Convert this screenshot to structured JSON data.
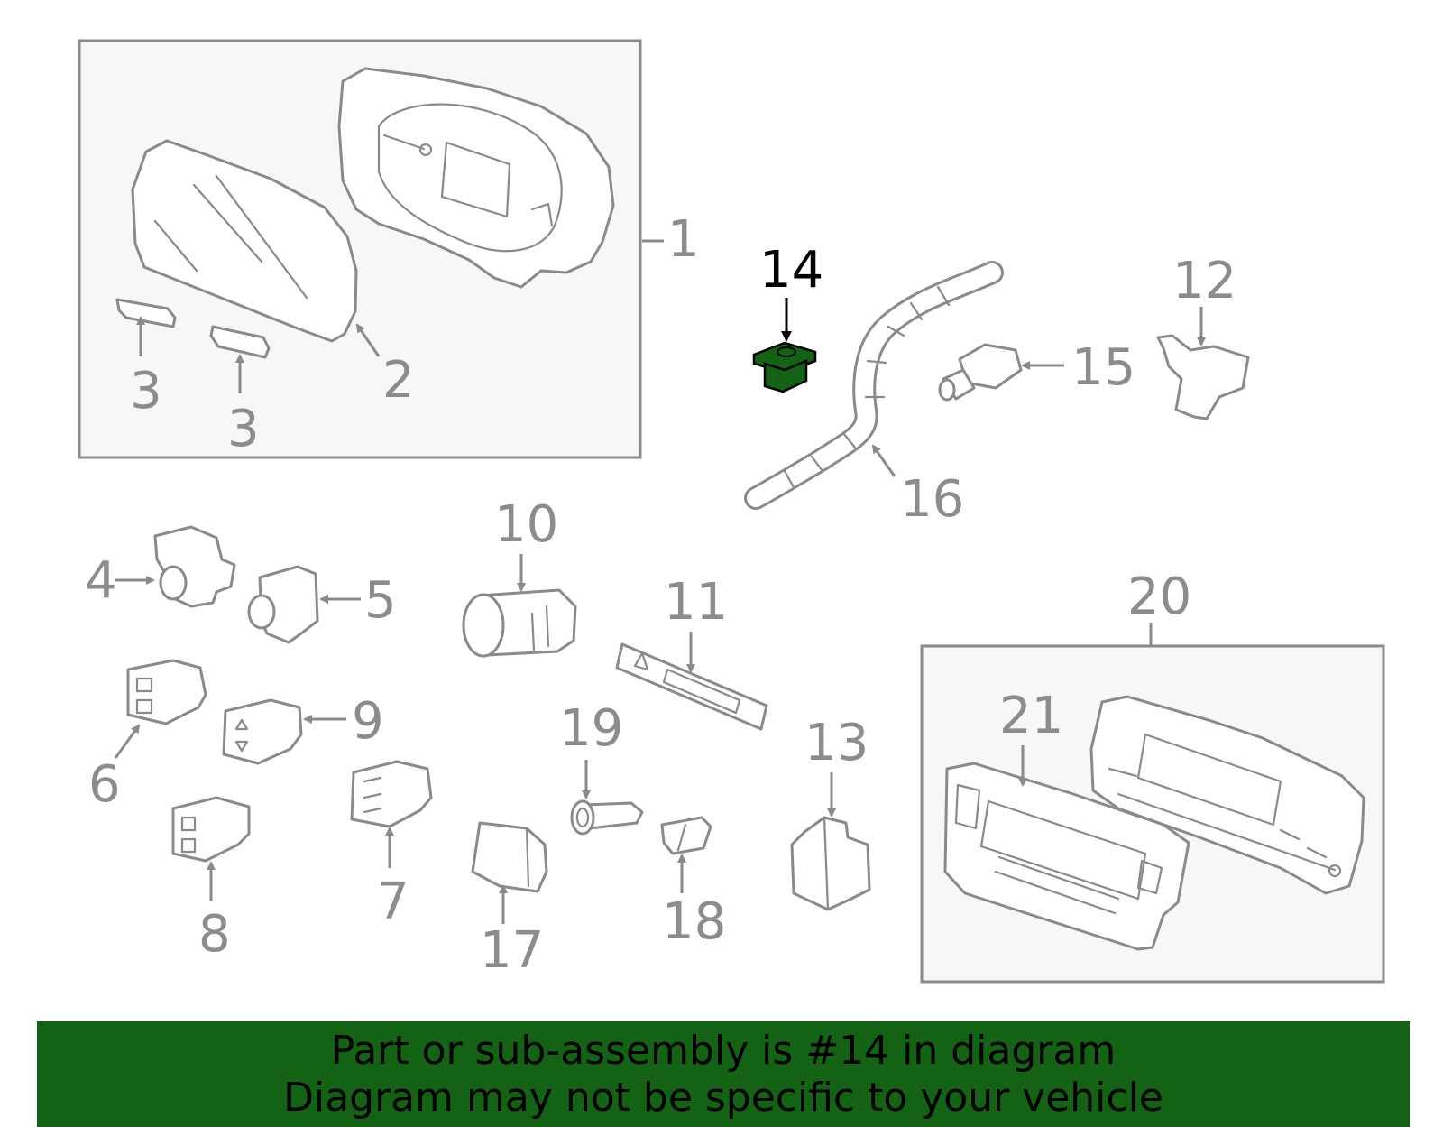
{
  "diagram": {
    "highlighted_part": "14",
    "highlight_color": "#146314",
    "callouts": {
      "c1": "1",
      "c2": "2",
      "c3a": "3",
      "c3b": "3",
      "c4": "4",
      "c5": "5",
      "c6": "6",
      "c7": "7",
      "c8": "8",
      "c9": "9",
      "c10": "10",
      "c11": "11",
      "c12": "12",
      "c13": "13",
      "c14": "14",
      "c15": "15",
      "c16": "16",
      "c17": "17",
      "c18": "18",
      "c19": "19",
      "c20": "20",
      "c21": "21"
    }
  },
  "banner": {
    "line1": "Part or sub-assembly is #14 in diagram",
    "line2": "Diagram may not be specific to your vehicle",
    "background": "#146314"
  }
}
